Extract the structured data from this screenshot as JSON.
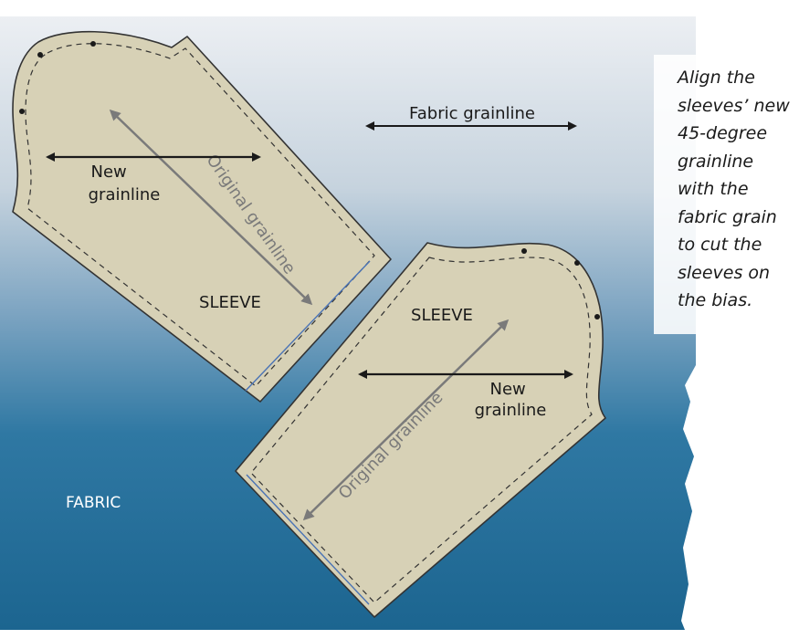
{
  "caption": {
    "lines": [
      "Align the",
      "sleeves’ new",
      "45-degree",
      "grainline",
      "with the",
      "fabric grain",
      "to cut the",
      "sleeves on",
      "the bias."
    ]
  },
  "labels": {
    "fabric_grainline": "Fabric grainline",
    "fabric": "FABRIC",
    "sleeve_left": "SLEEVE",
    "sleeve_right": "SLEEVE",
    "new_grainline_left": [
      "New",
      "grainline"
    ],
    "new_grainline_right": [
      "New",
      "grainline"
    ],
    "original_grainline_left": "Original grainline",
    "original_grainline_right": "Original grainline"
  },
  "colors": {
    "fabric_top": "#eceff3",
    "fabric_bottom": "#1c6590",
    "pattern_fill": "#d7d1b6",
    "pattern_stroke": "#333333",
    "hem_line": "#4a73b5",
    "original_grainline": "#7a7a7a",
    "new_grainline": "#1a1a1a"
  }
}
